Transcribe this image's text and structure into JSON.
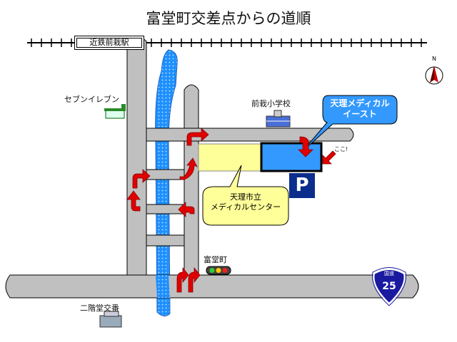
{
  "title": "富堂町交差点からの道順",
  "station": "近鉄前栽駅",
  "landmarks": {
    "seven_eleven": "セブンイレブン",
    "school": "前栽小学校",
    "intersection": "富堂町",
    "police_box": "二階堂交番"
  },
  "destination_callout": [
    "天理メディカル",
    "イースト"
  ],
  "center_callout": [
    "天理市立",
    "メディカルセンター"
  ],
  "here_label": "ここ!",
  "parking_label": "P",
  "compass_label": "N",
  "route_sign": {
    "top": "国道",
    "number": "25"
  },
  "colors": {
    "road": "#c0c0c0",
    "river": "#1e90ff",
    "building": "#3399ff",
    "lot": "#ffff99",
    "arrow": "#e00000",
    "parking": "#0b2d8c"
  }
}
